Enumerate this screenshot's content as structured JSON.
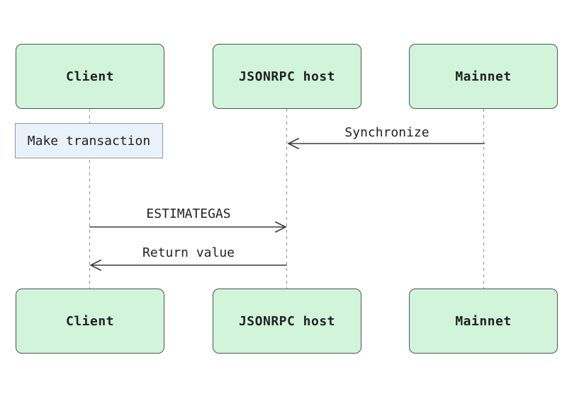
{
  "diagram": {
    "type": "sequence-diagram",
    "actors": [
      {
        "id": "client",
        "label": "Client"
      },
      {
        "id": "jsonrpc-host",
        "label": "JSONRPC host"
      },
      {
        "id": "mainnet",
        "label": "Mainnet"
      }
    ],
    "note": {
      "label": "Make transaction",
      "attached_to": "client"
    },
    "messages": [
      {
        "label": "Synchronize",
        "from": "mainnet",
        "to": "jsonrpc-host",
        "direction": "left"
      },
      {
        "label": "ESTIMATEGAS",
        "from": "client",
        "to": "jsonrpc-host",
        "direction": "right"
      },
      {
        "label": "Return value",
        "from": "jsonrpc-host",
        "to": "client",
        "direction": "left"
      }
    ],
    "colors": {
      "actor_fill": "#d1f4da",
      "actor_border": "#4d564f",
      "note_fill": "#e9f1fa",
      "note_border": "#8e979e",
      "lifeline": "#8f8f8f",
      "arrow": "#3b3b3b",
      "text": "#222222",
      "background": "#ffffff"
    }
  }
}
